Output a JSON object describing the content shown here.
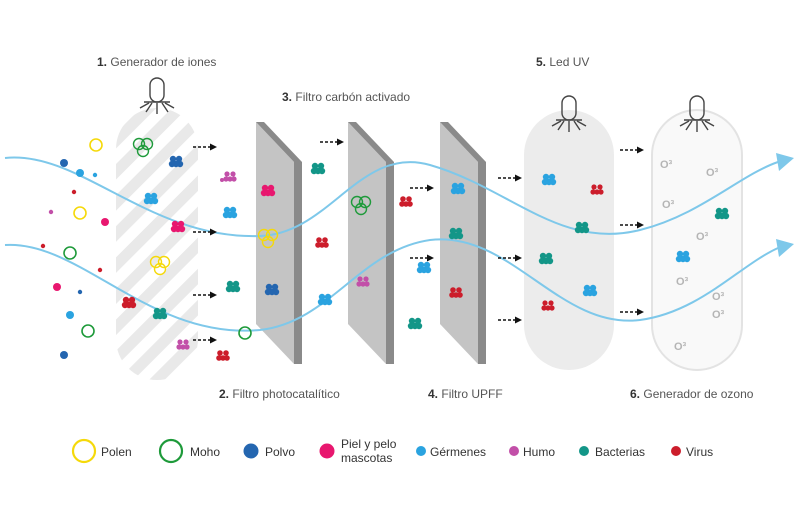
{
  "stages": [
    {
      "number": "1.",
      "label": "Generador de iones"
    },
    {
      "number": "2.",
      "label": "Filtro photocatalítico"
    },
    {
      "number": "3.",
      "label": "Filtro carbón activado"
    },
    {
      "number": "4.",
      "label": "Filtro UPFF"
    },
    {
      "number": "5.",
      "label": "Led UV"
    },
    {
      "number": "6.",
      "label": "Generador de ozono"
    }
  ],
  "legend": [
    {
      "label": "Polen",
      "color": "#f5d90a",
      "shape": "ring"
    },
    {
      "label": "Moho",
      "color": "#1e9a3a",
      "shape": "ring"
    },
    {
      "label": "Polvo",
      "color": "#2466b0",
      "shape": "dot"
    },
    {
      "label": "Piel y pelo mascotas",
      "color": "#e8176f",
      "shape": "dot"
    },
    {
      "label": "Gérmenes",
      "color": "#2aa3e0",
      "shape": "dot"
    },
    {
      "label": "Humo",
      "color": "#c24fa8",
      "shape": "dot"
    },
    {
      "label": "Bacterias",
      "color": "#139688",
      "shape": "dot"
    },
    {
      "label": "Virus",
      "color": "#cc1d2b",
      "shape": "dot"
    }
  ],
  "ozone_symbol": "O³",
  "colors": {
    "airflow": "#7ec8ea",
    "filter": "#c4c4c4",
    "filter_edge": "#8a8a8a",
    "chamber": "#ececec",
    "arrow": "#111111"
  }
}
